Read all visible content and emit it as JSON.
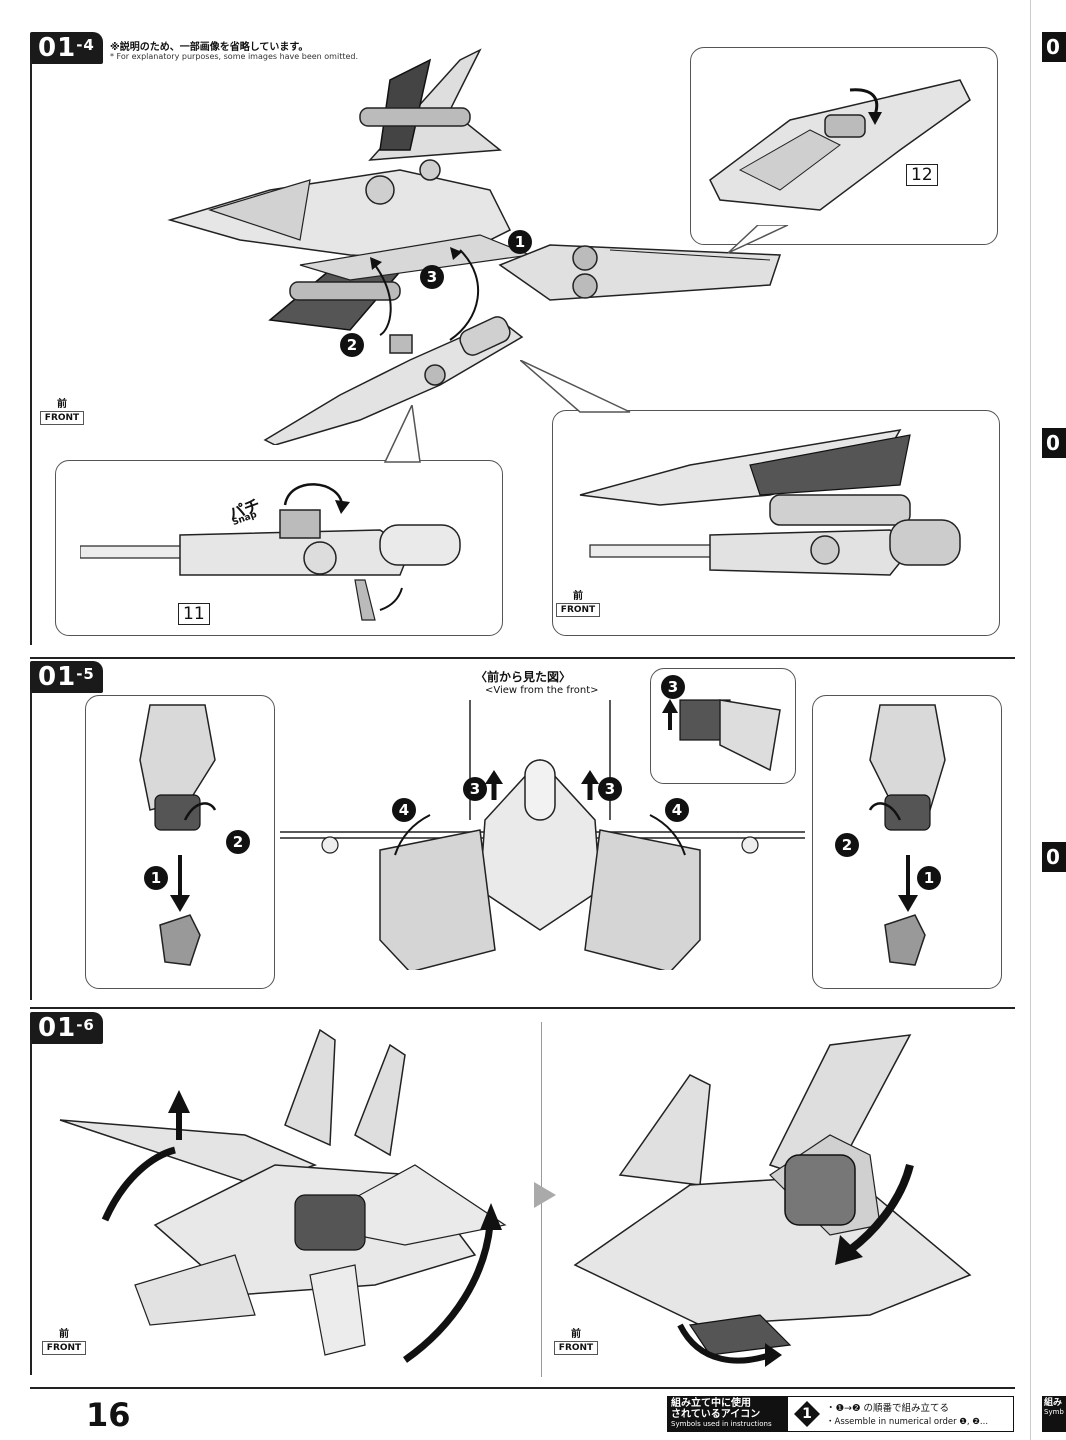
{
  "page_number": "16",
  "steps": {
    "s4": {
      "label": "01",
      "suffix": "-4",
      "note_jp": "※説明のため、一部画像を省略しています。",
      "note_en": "* For explanatory purposes, some images have been omitted.",
      "part_12": "12",
      "part_11": "11",
      "snap_jp": "パチ",
      "snap_en": "Snap",
      "order": [
        "1",
        "2",
        "3"
      ]
    },
    "s5": {
      "label": "01",
      "suffix": "-5",
      "view_jp": "〈前から見た図〉",
      "view_en": "<View from the front>",
      "markers": [
        "1",
        "2",
        "3",
        "4"
      ]
    },
    "s6": {
      "label": "01",
      "suffix": "-6"
    }
  },
  "front_icon": {
    "kanji": "前",
    "label": "FRONT"
  },
  "legend": {
    "title_jp_1": "組み立て中に使用",
    "title_jp_2": "されているアイコン",
    "title_en": "Symbols used in instructions",
    "desc_jp": "・❶→❷ の順番で組み立てる",
    "desc_en": "・Assemble in numerical order ❶, ❷..."
  },
  "next_page_edge": {
    "tabs": [
      "0",
      "0",
      "0"
    ],
    "legend_jp": "組み",
    "legend_en": "Symb"
  },
  "colors": {
    "ink": "#111111",
    "part_light": "#e2e2e2",
    "part_mid": "#b9b9b9",
    "part_dark": "#555555"
  }
}
